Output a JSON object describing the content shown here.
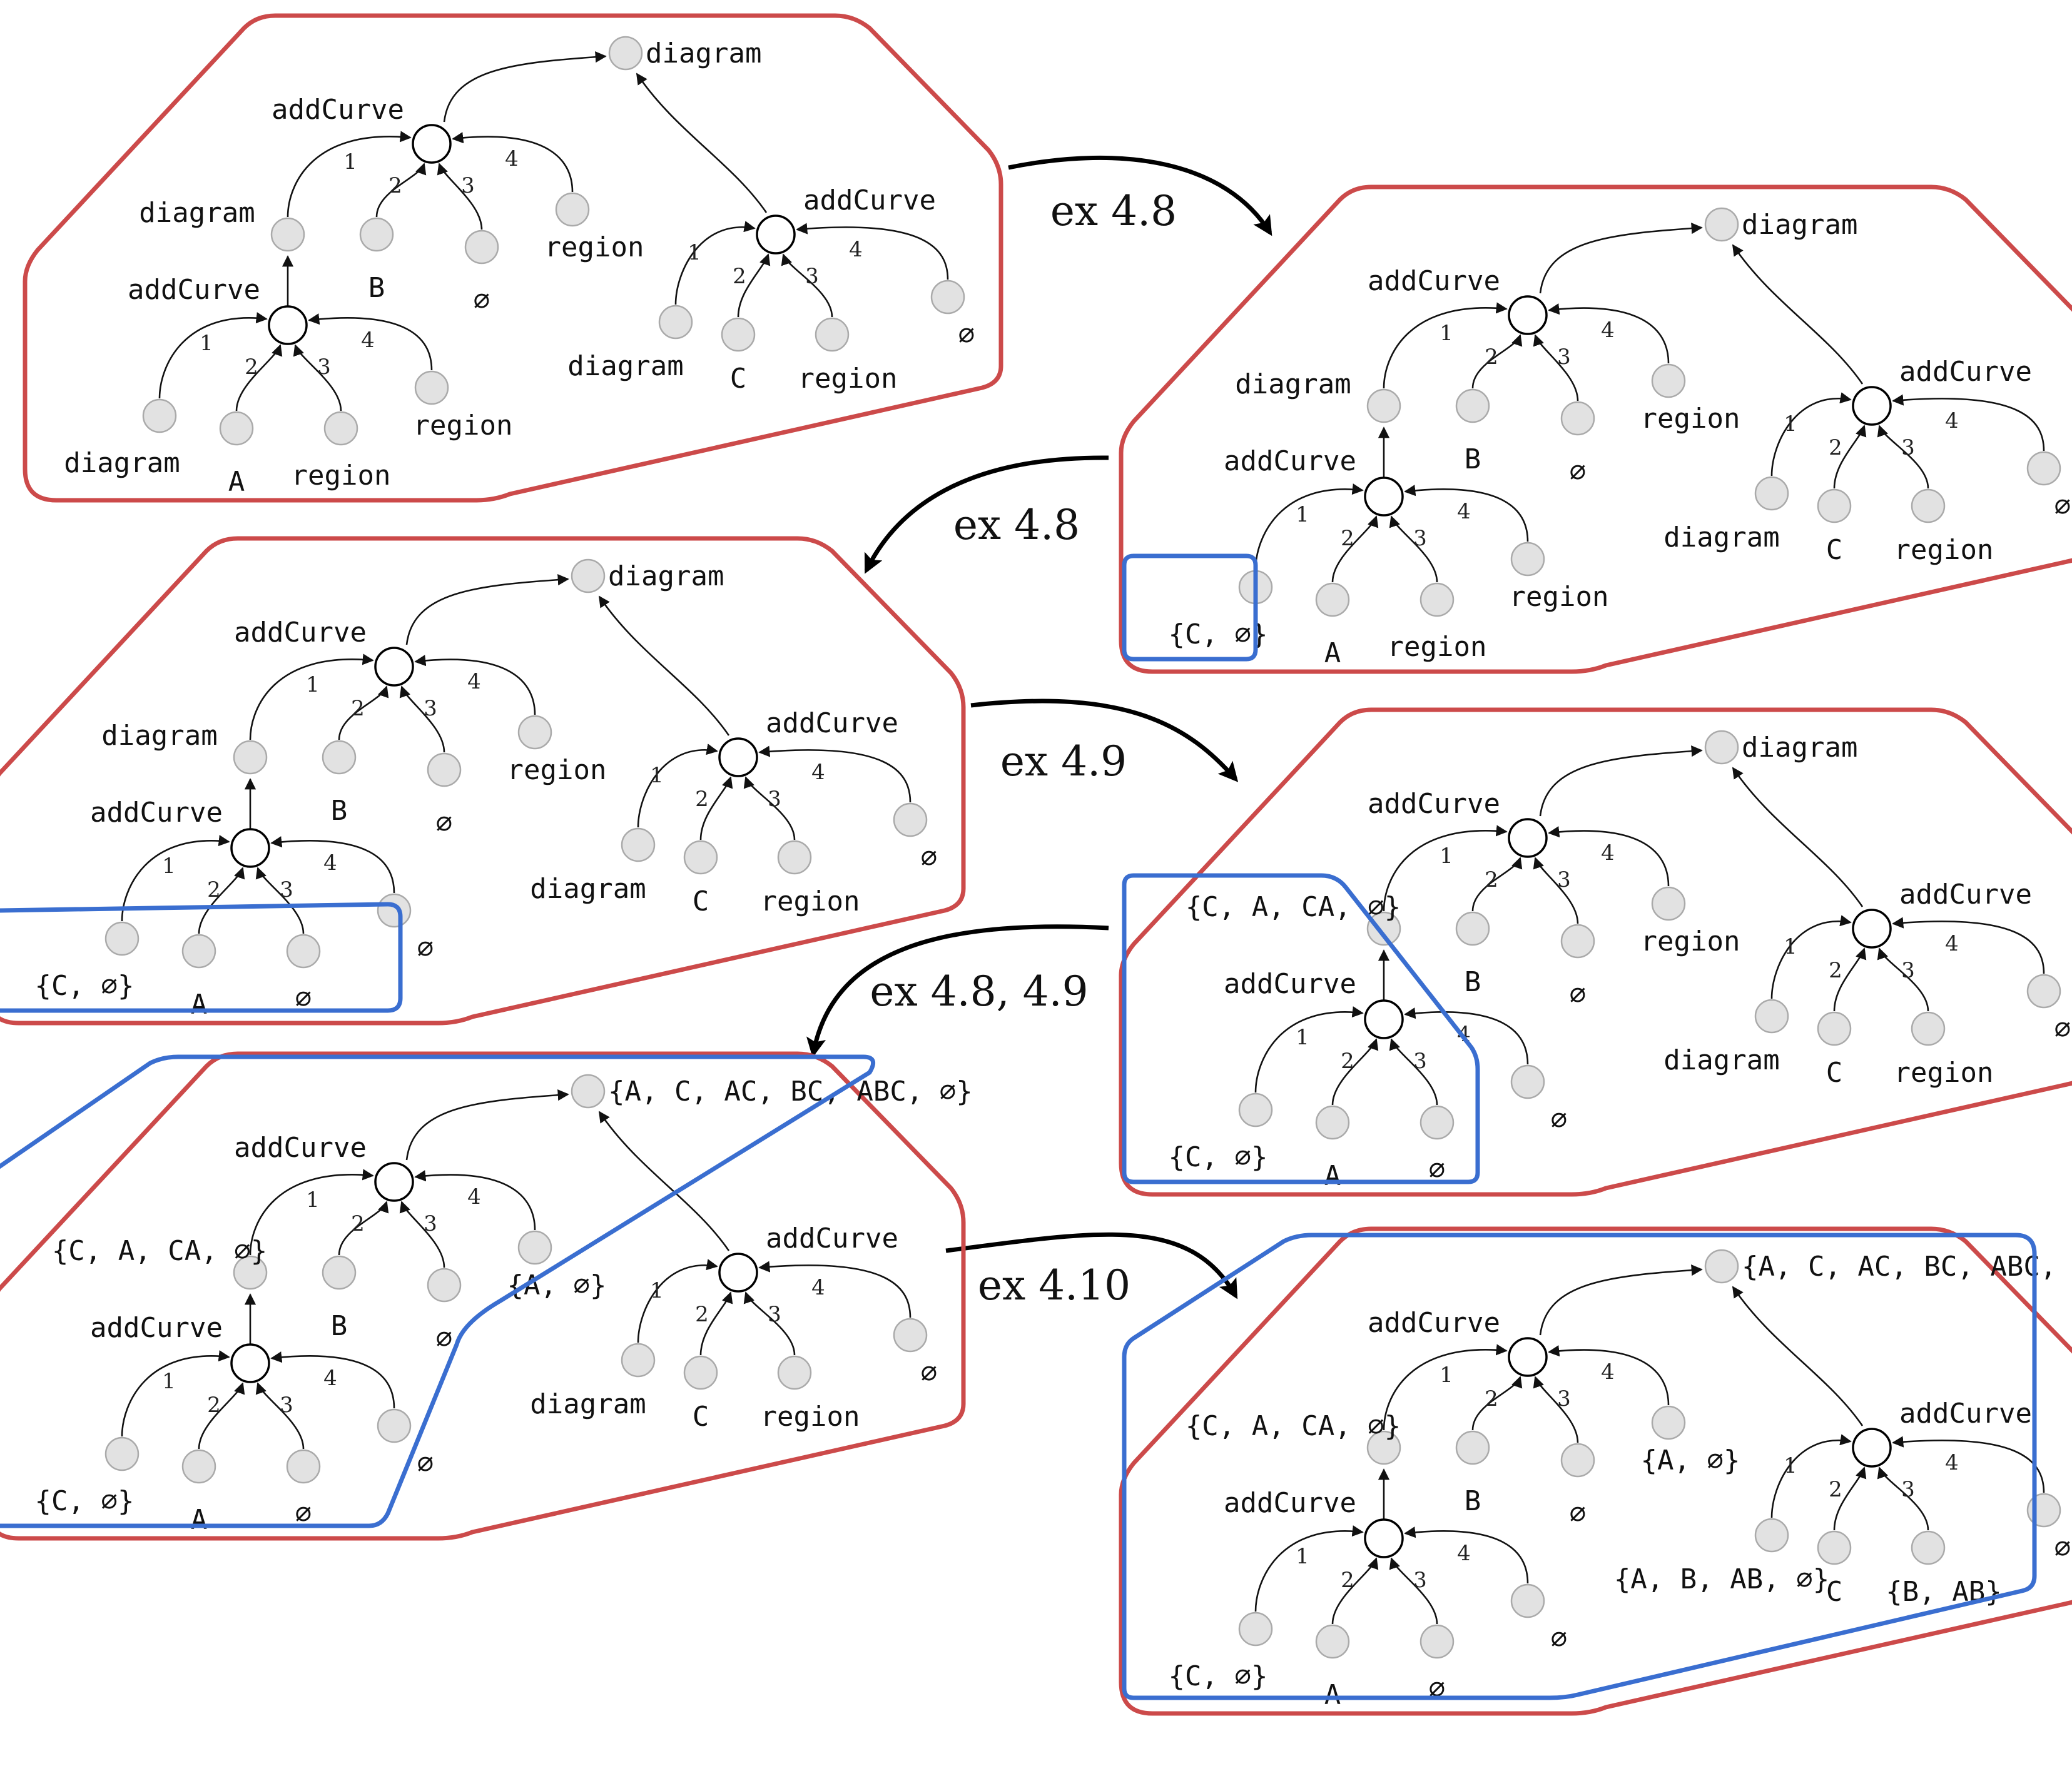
{
  "labels": {
    "diagram": "diagram",
    "addCurve": "addCurve",
    "region": "region",
    "empty": "∅",
    "A": "A",
    "B": "B",
    "C": "C",
    "set_C_empty": "{C, ∅}",
    "set_CA": "{C, A, CA, ∅}",
    "set_A_empty": "{A, ∅}",
    "set_full": "{A, C, AC, BC, ABC, ∅}",
    "set_AB": "{A, B, AB, ∅}",
    "set_B_AB": "{B, AB}"
  },
  "arg_numbers": [
    "1",
    "2",
    "3",
    "4"
  ],
  "transitions": [
    {
      "label": "ex 4.8"
    },
    {
      "label": "ex 4.8"
    },
    {
      "label": "ex 4.9"
    },
    {
      "label": "ex 4.8, 4.9"
    },
    {
      "label": "ex 4.10"
    }
  ],
  "panels": [
    {
      "name": "panel-1",
      "blue": "none",
      "top": "diagram",
      "left": {
        "a1": "diagram",
        "a2": "B",
        "a3": "empty",
        "a4": "region",
        "inner": {
          "a1": "diagram",
          "a2": "A",
          "a3": "region",
          "a4": "region"
        }
      },
      "right": {
        "a1": "diagram",
        "a2": "C",
        "a3": "region",
        "a4": "empty"
      }
    },
    {
      "name": "panel-2",
      "blue": "box",
      "top": "diagram",
      "left": {
        "a1": "diagram",
        "a2": "B",
        "a3": "empty",
        "a4": "region",
        "inner": {
          "a1": "set_C_empty",
          "a2": "A",
          "a3": "region",
          "a4": "region"
        }
      },
      "right": {
        "a1": "diagram",
        "a2": "C",
        "a3": "region",
        "a4": "empty"
      }
    },
    {
      "name": "panel-3",
      "blue": "bottom",
      "top": "diagram",
      "left": {
        "a1": "diagram",
        "a2": "B",
        "a3": "empty",
        "a4": "region",
        "inner": {
          "a1": "set_C_empty",
          "a2": "A",
          "a3": "empty",
          "a4": "empty"
        }
      },
      "right": {
        "a1": "diagram",
        "a2": "C",
        "a3": "region",
        "a4": "empty"
      }
    },
    {
      "name": "panel-4",
      "blue": "subtree",
      "top": "diagram",
      "left": {
        "a1": "set_CA",
        "a2": "B",
        "a3": "empty",
        "a4": "region",
        "inner": {
          "a1": "set_C_empty",
          "a2": "A",
          "a3": "empty",
          "a4": "empty"
        }
      },
      "right": {
        "a1": "diagram",
        "a2": "C",
        "a3": "region",
        "a4": "empty"
      }
    },
    {
      "name": "panel-5",
      "blue": "left-branch",
      "top": "set_full",
      "left": {
        "a1": "set_CA",
        "a2": "B",
        "a3": "empty",
        "a4": "set_A_empty",
        "inner": {
          "a1": "set_C_empty",
          "a2": "A",
          "a3": "empty",
          "a4": "empty"
        }
      },
      "right": {
        "a1": "diagram",
        "a2": "C",
        "a3": "region",
        "a4": "empty"
      }
    },
    {
      "name": "panel-6",
      "blue": "all",
      "top": "set_full",
      "left": {
        "a1": "set_CA",
        "a2": "B",
        "a3": "empty",
        "a4": "set_A_empty",
        "inner": {
          "a1": "set_C_empty",
          "a2": "A",
          "a3": "empty",
          "a4": "empty"
        }
      },
      "right": {
        "a1": "set_AB",
        "a2": "C",
        "a3": "set_B_AB",
        "a4": "empty"
      }
    }
  ]
}
